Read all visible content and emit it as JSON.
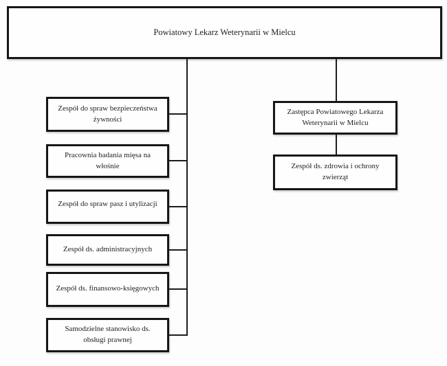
{
  "diagram": {
    "type": "organizational-chart",
    "language": "pl",
    "root": {
      "lines": [
        "Powiatowy Lekarz Weterynarii w Mielcu"
      ]
    },
    "left_branch": [
      {
        "lines": [
          "Zespół do spraw bezpieczeństwa",
          "żywności"
        ]
      },
      {
        "lines": [
          "Pracownia badania mięsa na",
          "włośnie"
        ]
      },
      {
        "lines": [
          "Zespół do spraw pasz i utylizacji"
        ]
      },
      {
        "lines": [
          "Zespół ds. administracyjnych"
        ]
      },
      {
        "lines": [
          "Zespół ds. finansowo-księgowych"
        ]
      },
      {
        "lines": [
          "Samodzielne stanowisko ds.",
          "obsługi prawnej"
        ]
      }
    ],
    "right_branch": [
      {
        "lines": [
          "Zastępca Powiatowego Lekarza",
          "Weterynarii w Mielcu"
        ]
      },
      {
        "lines": [
          "Zespół ds. zdrowia i ochrony",
          "zwierząt"
        ]
      }
    ],
    "colors": {
      "background": "#fdfdfd",
      "box_border": "#161616",
      "connector": "#1c1c1c",
      "text": "#1e1e1e"
    }
  }
}
